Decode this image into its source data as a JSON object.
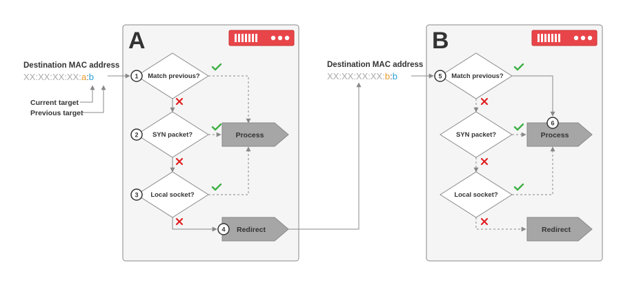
{
  "colors": {
    "panel_fill": "#f5f5f5",
    "panel_stroke": "#888888",
    "process_fill": "#a6a6a6",
    "server_red": "#e8454a",
    "check_green": "#3cb043",
    "cross_red": "#e02020",
    "mac_gray": "#aaaaaa",
    "mac_orange": "#e89a2b",
    "mac_blue": "#2aa0d8",
    "arrow_gray": "#888888"
  },
  "left": {
    "mac_heading": "Destination MAC address",
    "mac_prefix": "XX:XX:XX:XX:",
    "mac_a": "a",
    "mac_colon": ":",
    "mac_b": "b",
    "current_target": "Current target",
    "previous_target": "Previous target"
  },
  "middle": {
    "mac_heading": "Destination MAC address",
    "mac_prefix": "XX:XX:XX:XX:",
    "mac_b1": "b",
    "mac_colon": ":",
    "mac_b2": "b"
  },
  "panel_a": {
    "title": "A",
    "q1": "Match previous?",
    "q2": "SYN packet?",
    "q3": "Local socket?",
    "process": "Process",
    "redirect": "Redirect",
    "n1": "1",
    "n2": "2",
    "n3": "3",
    "n4": "4"
  },
  "panel_b": {
    "title": "B",
    "q1": "Match previous?",
    "q2": "SYN packet?",
    "q3": "Local socket?",
    "process": "Process",
    "redirect": "Redirect",
    "n5": "5",
    "n6": "6"
  },
  "icons": {
    "server": "server-rack-icon",
    "check": "checkmark-icon",
    "cross": "cross-icon"
  }
}
